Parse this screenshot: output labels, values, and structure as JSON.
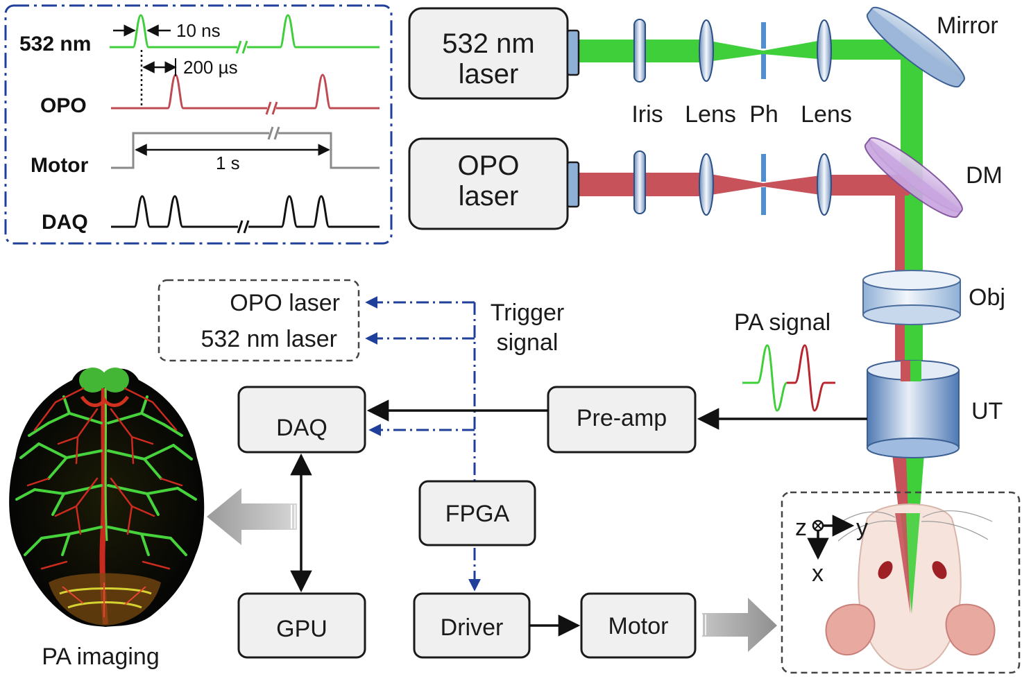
{
  "timing": {
    "rows": [
      "532 nm",
      "OPO",
      "Motor",
      "DAQ"
    ],
    "pulse_width": "10 ns",
    "delay": "200 µs",
    "motor_period": "1 s"
  },
  "lasers": {
    "green_line1": "532 nm",
    "green_line2": "laser",
    "opo_line1": "OPO",
    "opo_line2": "laser"
  },
  "optics": {
    "iris": "Iris",
    "lens_a": "Lens",
    "pinhole": "Ph",
    "lens_b": "Lens",
    "mirror": "Mirror",
    "dm": "DM",
    "obj": "Obj",
    "ut": "UT"
  },
  "trigger_box": {
    "opo": "OPO laser",
    "green": "532 nm laser"
  },
  "trigger_label": {
    "line1": "Trigger",
    "line2": "signal"
  },
  "pa_signal": "PA signal",
  "modules": {
    "daq": "DAQ",
    "pre_amp": "Pre-amp",
    "fpga": "FPGA",
    "gpu": "GPU",
    "driver": "Driver",
    "motor": "Motor"
  },
  "pa_imaging": "PA imaging",
  "axes": {
    "z": "z",
    "y": "y",
    "x": "x"
  },
  "colors": {
    "green_beam": "#3fcf3a",
    "red_beam": "#c8525a",
    "trigger": "#1f3f9a",
    "mirror": "#b9cde6",
    "dm": "#d7b7e8"
  }
}
